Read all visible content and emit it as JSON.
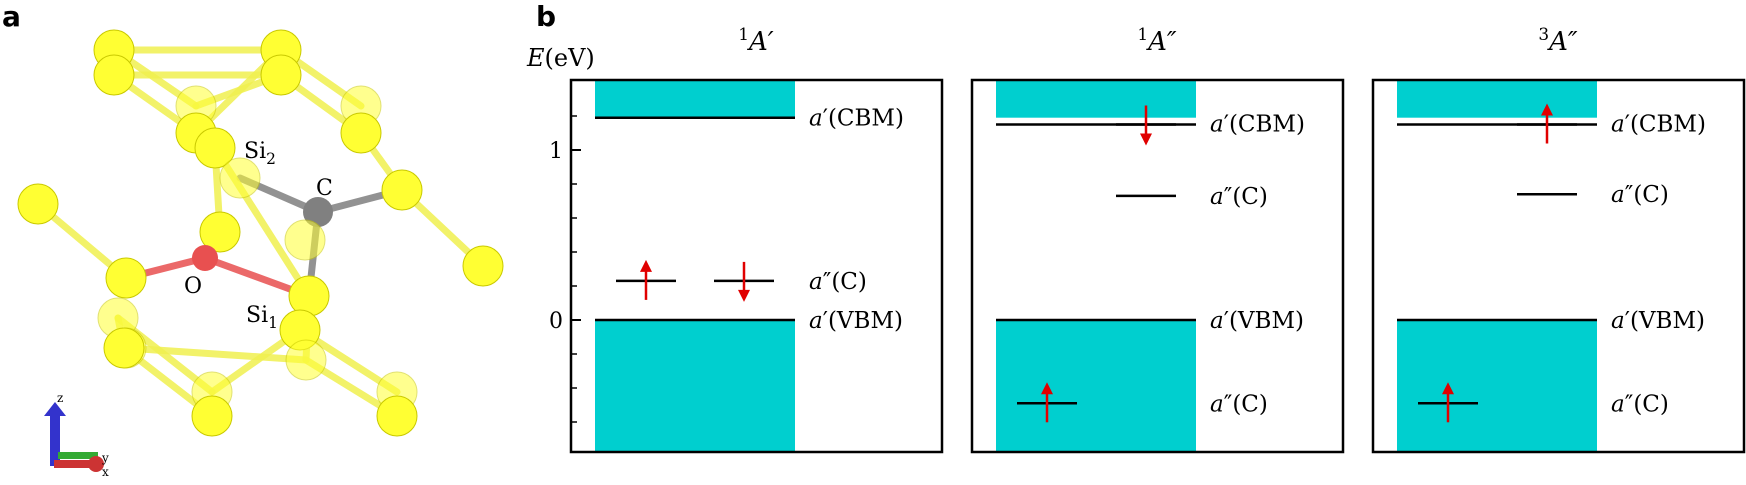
{
  "panel_a": {
    "letter": "a",
    "atom_labels": {
      "si2": "Si2",
      "si1": "Si1",
      "c": "C",
      "o": "O"
    },
    "axis_labels": {
      "z": "z",
      "y": "y",
      "x": "x"
    },
    "colors": {
      "si": "#ffff33",
      "bond": "#f0f050",
      "c": "#808080",
      "o": "#e85050",
      "z_axis": "#3333cc",
      "y_axis": "#33aa33",
      "x_axis": "#cc3333"
    }
  },
  "panel_b": {
    "letter": "b",
    "energy_axis_label": "E(eV)",
    "colors": {
      "band": "#00cfcf",
      "arrow": "#e00000",
      "frame": "#000000"
    }
  },
  "chart_data": {
    "type": "energy-level diagram",
    "y_axis": {
      "label": "E(eV)",
      "range": [
        -0.75,
        1.4
      ],
      "ticks": [
        0,
        1
      ],
      "tick_labels": [
        "0",
        "1"
      ]
    },
    "band_edges": {
      "VBM": 0.0,
      "CBM": 1.19
    },
    "states": [
      {
        "title": "1A′",
        "levels": [
          {
            "label": "a′(CBM)",
            "energy": 1.19,
            "spin": []
          },
          {
            "label": "a″(C)",
            "energy": 0.23,
            "spin": [
              "up",
              "down"
            ]
          },
          {
            "label": "a′(VBM)",
            "energy": 0.0,
            "spin": []
          }
        ]
      },
      {
        "title": "1A″",
        "levels": [
          {
            "label": "a′(CBM)",
            "energy": 1.15,
            "spin": [
              "down"
            ]
          },
          {
            "label": "a″(C)",
            "energy": 0.73,
            "spin": []
          },
          {
            "label": "a′(VBM)",
            "energy": 0.0,
            "spin": []
          },
          {
            "label": "a″(C)",
            "energy": -0.49,
            "spin": [
              "up"
            ]
          }
        ]
      },
      {
        "title": "3A″",
        "levels": [
          {
            "label": "a′(CBM)",
            "energy": 1.15,
            "spin": [
              "up"
            ]
          },
          {
            "label": "a″(C)",
            "energy": 0.74,
            "spin": []
          },
          {
            "label": "a′(VBM)",
            "energy": 0.0,
            "spin": []
          },
          {
            "label": "a″(C)",
            "energy": -0.49,
            "spin": [
              "up"
            ]
          }
        ]
      }
    ]
  }
}
